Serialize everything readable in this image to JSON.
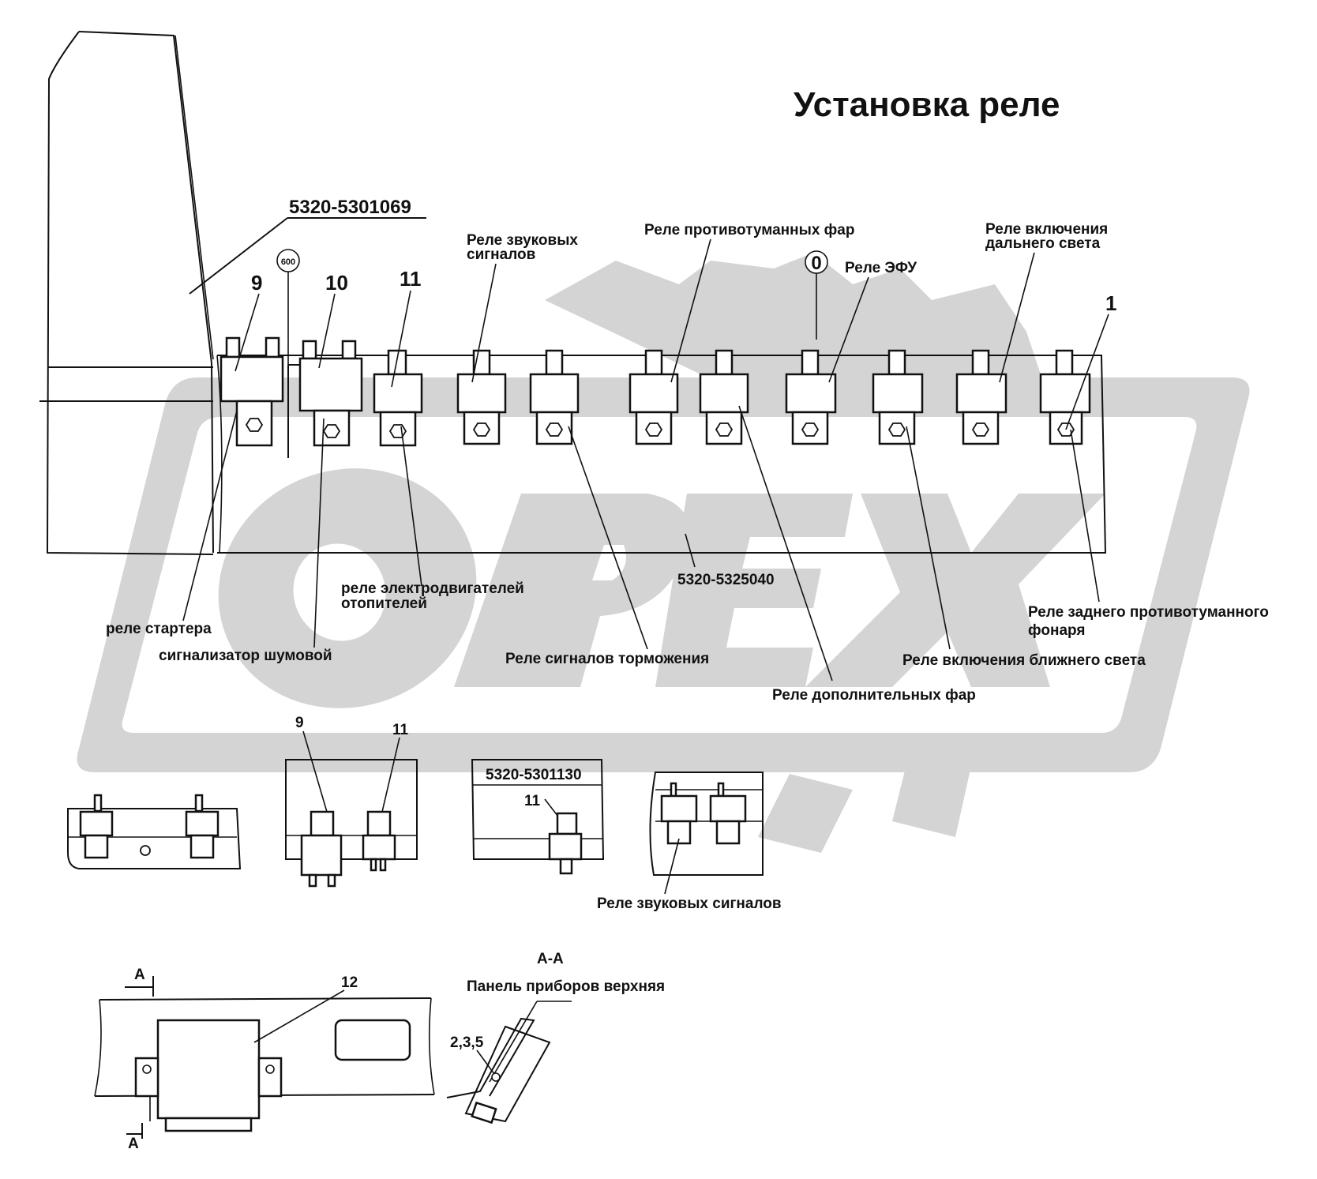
{
  "title": "Установка реле",
  "parts": {
    "top_harness": "5320-5301069",
    "panel": "5320-5325040",
    "detail_harness": "5320-5301130"
  },
  "callouts": {
    "c1": "1",
    "c9": "9",
    "c10": "10",
    "c11": "11",
    "c12": "12",
    "zero": "0",
    "size600": "600",
    "fasteners": "2,3,5"
  },
  "labels": {
    "horn_relay_top": [
      "Реле звуковых",
      "сигналов"
    ],
    "fog_headlamp_relay": "Реле противотуманных фар",
    "efu_relay": "Реле ЭФУ",
    "high_beam_relay": [
      "Реле включения",
      "дальнего света"
    ],
    "heater_motor_relay": [
      "реле электродвигателей",
      "отопителей"
    ],
    "starter_relay": "реле стартера",
    "noise_signaller": "сигнализатор шумовой",
    "brake_signal_relay": "Реле сигналов торможения",
    "aux_headlamp_relay": "Реле дополнительных фар",
    "low_beam_relay": "Реле включения ближнего света",
    "rear_fog_relay": [
      "Реле заднего противотуманного",
      "фонаря"
    ],
    "horn_relay_bottom": "Реле звуковых сигналов",
    "section_mark": "А",
    "section_title": "А-А",
    "upper_panel": "Панель приборов верхняя"
  },
  "colors": {
    "ink": "#111111",
    "watermark": "#d4d4d4",
    "background": "#ffffff"
  }
}
